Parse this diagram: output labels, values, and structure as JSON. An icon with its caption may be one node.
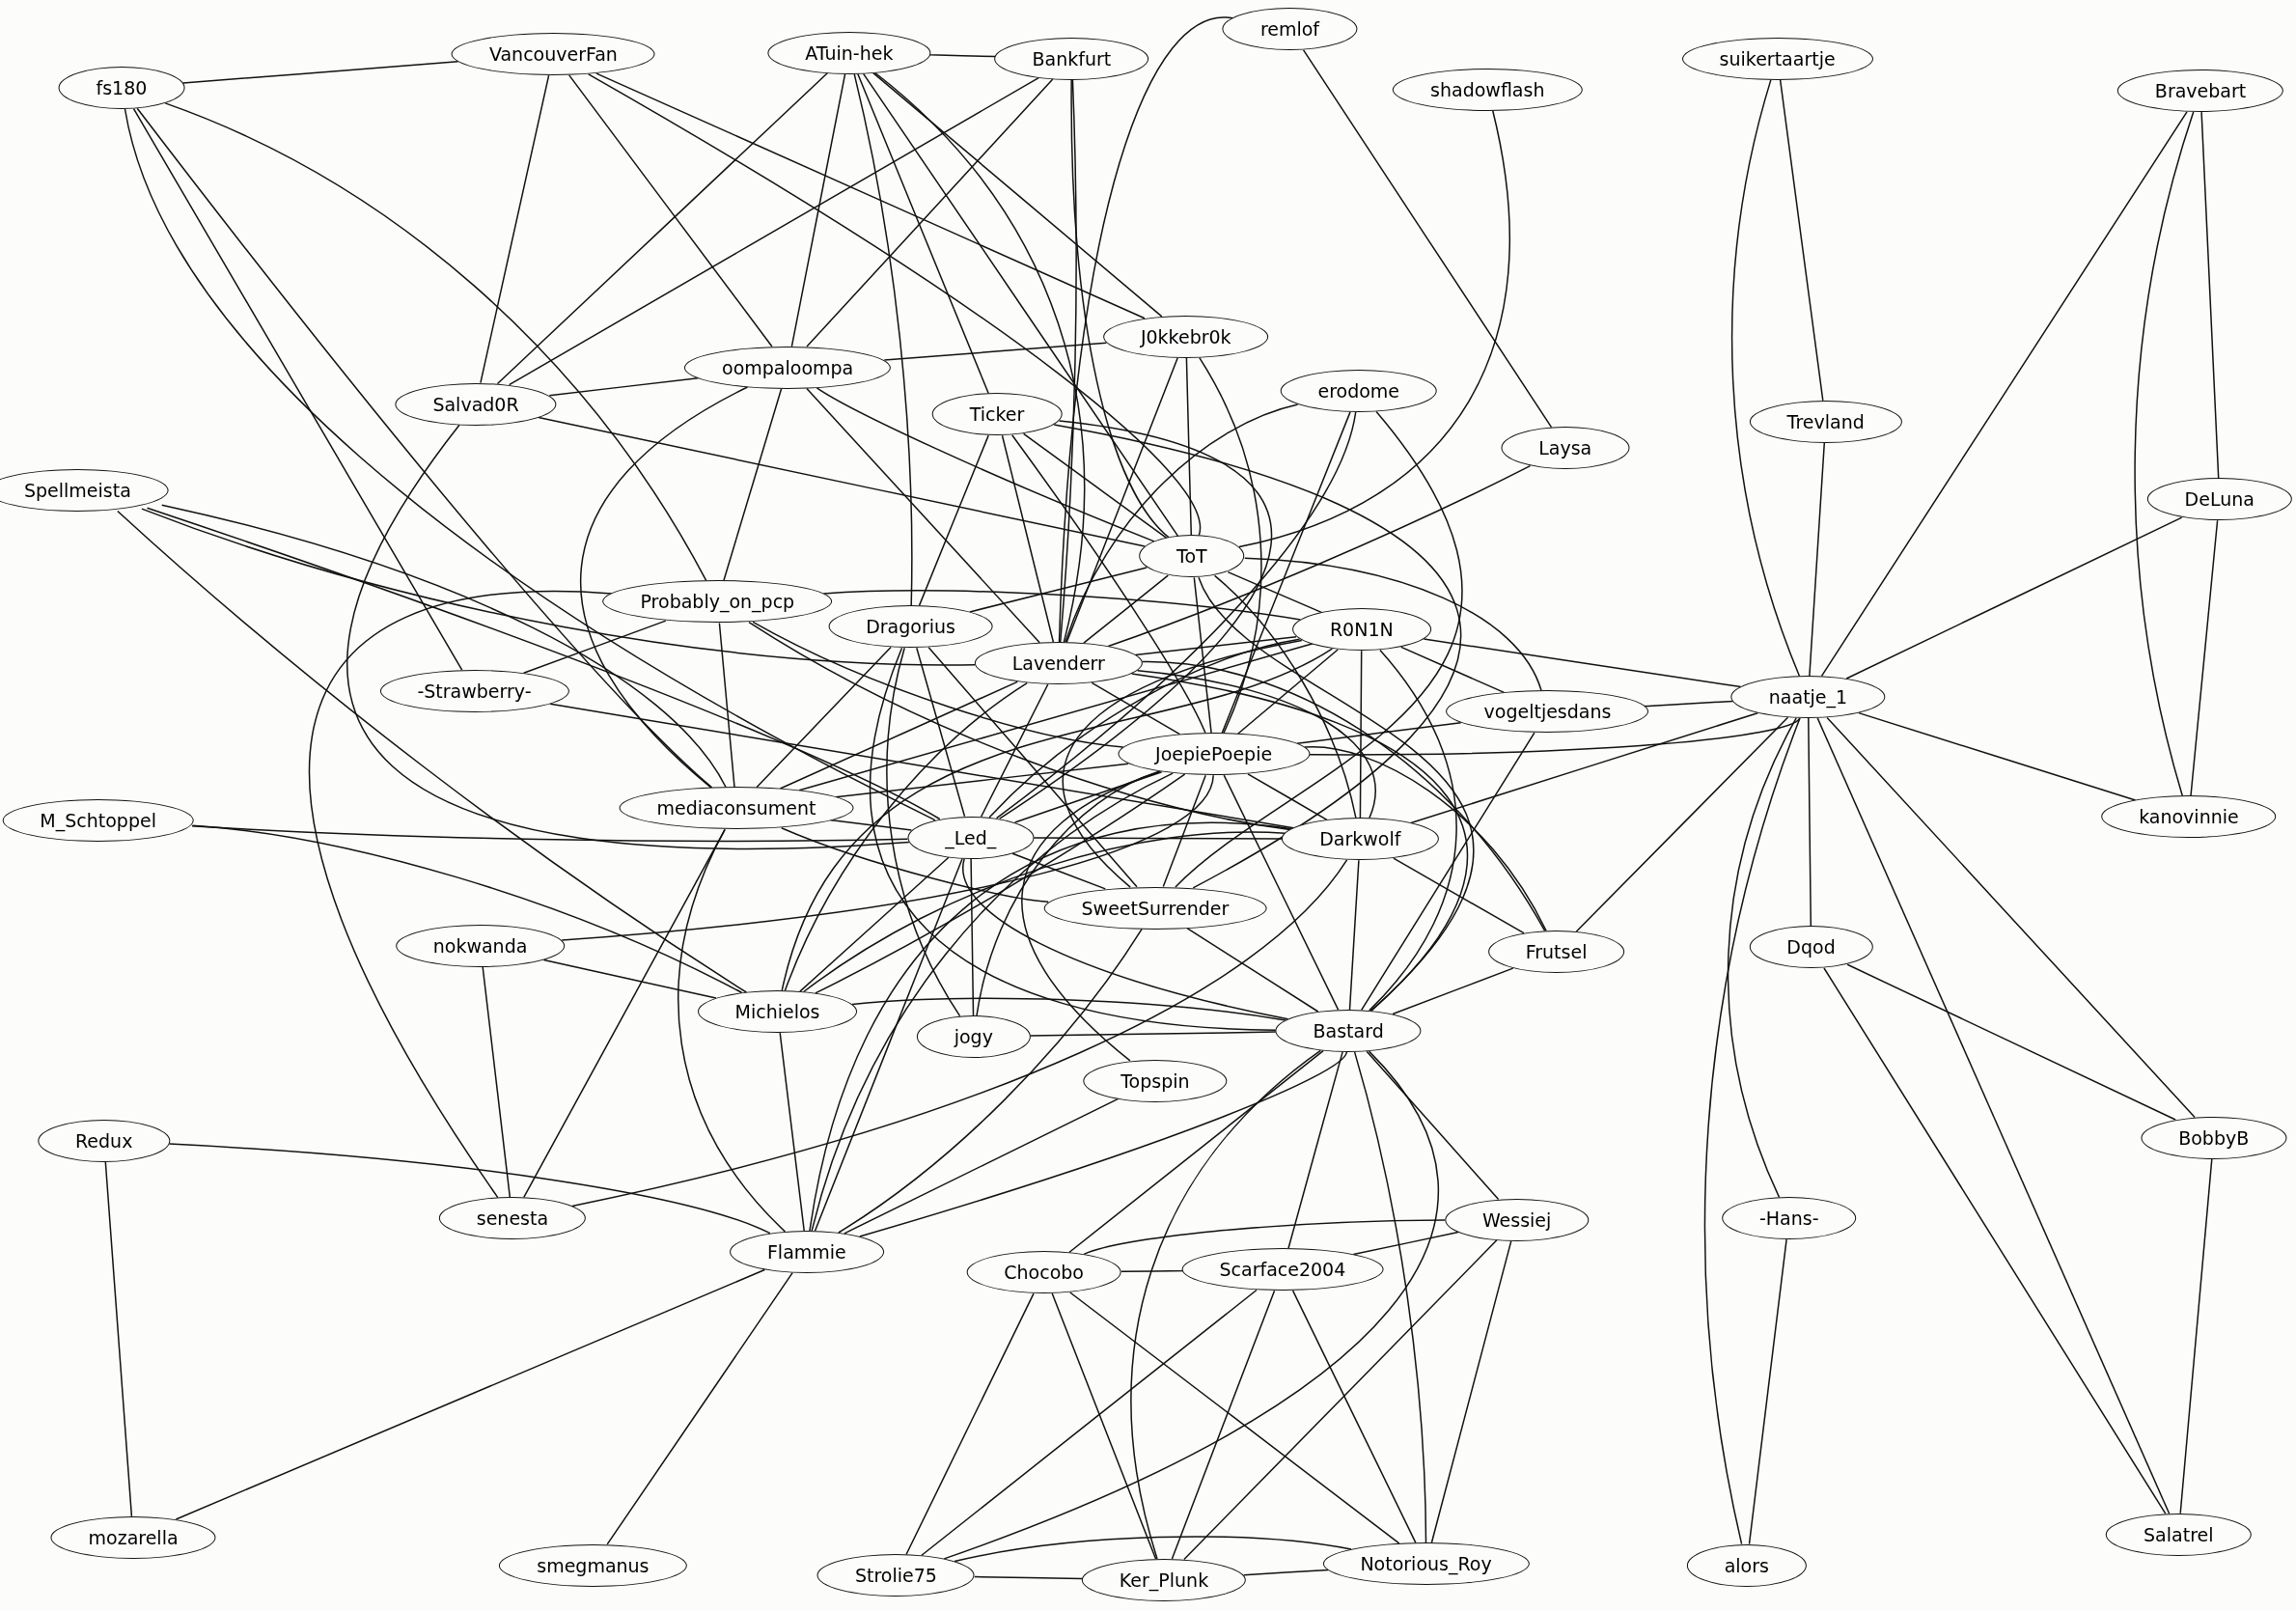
{
  "diagram": {
    "nodes": [
      {
        "text": [
          "fs180"
        ]
      },
      {
        "text": [
          "VancouverFan"
        ]
      },
      {
        "text": [
          "ATuin-hek"
        ]
      },
      {
        "text": [
          "Bankfurt"
        ]
      },
      {
        "text": [
          "remlof"
        ]
      },
      {
        "text": [
          "shadowflash"
        ]
      },
      {
        "text": [
          "suikertaartje"
        ]
      },
      {
        "text": [
          "Bravebart"
        ]
      },
      {
        "text": [
          "J0kkebr0k"
        ]
      },
      {
        "text": [
          "oompaloompa"
        ]
      },
      {
        "text": [
          "Salvad0R"
        ]
      },
      {
        "text": [
          "Ticker"
        ]
      },
      {
        "text": [
          "erodome"
        ]
      },
      {
        "text": [
          "Trevland"
        ]
      },
      {
        "text": [
          "Laysa"
        ]
      },
      {
        "text": [
          "DeLuna"
        ]
      },
      {
        "text": [
          "Spellmeista"
        ]
      },
      {
        "text": [
          "ToT"
        ]
      },
      {
        "text": [
          "Probably_on_pcp"
        ]
      },
      {
        "text": [
          "Dragorius"
        ]
      },
      {
        "text": [
          "R0N1N"
        ]
      },
      {
        "text": [
          "Lavenderr"
        ]
      },
      {
        "text": [
          "-Strawberry-"
        ]
      },
      {
        "text": [
          "naatje_1"
        ]
      },
      {
        "text": [
          "vogeltjesdans"
        ]
      },
      {
        "text": [
          "JoepiePoepie"
        ]
      },
      {
        "text": [
          "mediaconsument"
        ]
      },
      {
        "text": [
          "kanovinnie"
        ]
      },
      {
        "text": [
          "M_Schtoppel"
        ]
      },
      {
        "text": [
          "_Led_"
        ]
      },
      {
        "text": [
          "Darkwolf"
        ]
      },
      {
        "text": [
          "SweetSurrender"
        ]
      },
      {
        "text": [
          "Frutsel"
        ]
      },
      {
        "text": [
          "nokwanda"
        ]
      },
      {
        "text": [
          "Dqod"
        ]
      },
      {
        "text": [
          "Michielos"
        ]
      },
      {
        "text": [
          "jogy"
        ]
      },
      {
        "text": [
          "Bastard"
        ]
      },
      {
        "text": [
          "Topspin"
        ]
      },
      {
        "text": [
          "Redux"
        ]
      },
      {
        "text": [
          "BobbyB"
        ]
      },
      {
        "text": [
          "senesta"
        ]
      },
      {
        "text": [
          "-Hans-"
        ]
      },
      {
        "text": [
          "Wessiej"
        ]
      },
      {
        "text": [
          "Flammie"
        ]
      },
      {
        "text": [
          "Chocobo"
        ]
      },
      {
        "text": [
          "Scarface2004"
        ]
      },
      {
        "text": [
          "mozarella"
        ]
      },
      {
        "text": [
          "smegmanus"
        ]
      },
      {
        "text": [
          "alors"
        ]
      },
      {
        "text": [
          "Salatrel"
        ]
      },
      {
        "text": [
          "Strolie75"
        ]
      },
      {
        "text": [
          "Ker_Plunk"
        ]
      },
      {
        "text": [
          "Notorious_Roy"
        ]
      }
    ],
    "edges": [
      {
        "from": 0,
        "to": 1,
        "arrow": "none"
      },
      {
        "from": 0,
        "to": 18,
        "arrow": "none"
      },
      {
        "from": 0,
        "to": 22,
        "arrow": "none"
      },
      {
        "from": 0,
        "to": 26,
        "arrow": "none"
      },
      {
        "from": 0,
        "to": 29,
        "arrow": "none"
      },
      {
        "from": 1,
        "to": 10,
        "arrow": "none"
      },
      {
        "from": 1,
        "to": 9,
        "arrow": "none"
      },
      {
        "from": 1,
        "to": 17,
        "arrow": "none"
      },
      {
        "from": 1,
        "to": 8,
        "arrow": "none"
      },
      {
        "from": 2,
        "to": 3,
        "arrow": "none"
      },
      {
        "from": 2,
        "to": 10,
        "arrow": "none"
      },
      {
        "from": 2,
        "to": 9,
        "arrow": "none"
      },
      {
        "from": 2,
        "to": 19,
        "arrow": "none"
      },
      {
        "from": 2,
        "to": 21,
        "arrow": "none"
      },
      {
        "from": 2,
        "to": 11,
        "arrow": "none"
      },
      {
        "from": 2,
        "to": 17,
        "arrow": "none"
      },
      {
        "from": 2,
        "to": 8,
        "arrow": "none"
      },
      {
        "from": 3,
        "to": 10,
        "arrow": "none"
      },
      {
        "from": 3,
        "to": 9,
        "arrow": "none"
      },
      {
        "from": 3,
        "to": 21,
        "arrow": "none"
      },
      {
        "from": 3,
        "to": 17,
        "arrow": "none"
      },
      {
        "from": 4,
        "to": 21,
        "arrow": "none"
      },
      {
        "from": 4,
        "to": 14,
        "arrow": "none"
      },
      {
        "from": 5,
        "to": 17,
        "arrow": "none"
      },
      {
        "from": 6,
        "to": 23,
        "arrow": "none"
      },
      {
        "from": 6,
        "to": 13,
        "arrow": "none"
      },
      {
        "from": 7,
        "to": 23,
        "arrow": "none"
      },
      {
        "from": 7,
        "to": 15,
        "arrow": "none"
      },
      {
        "from": 7,
        "to": 27,
        "arrow": "none"
      },
      {
        "from": 8,
        "to": 9,
        "arrow": "none"
      },
      {
        "from": 8,
        "to": 21,
        "arrow": "none"
      },
      {
        "from": 8,
        "to": 17,
        "arrow": "none"
      },
      {
        "from": 8,
        "to": 25,
        "arrow": "none"
      },
      {
        "from": 9,
        "to": 10,
        "arrow": "none"
      },
      {
        "from": 9,
        "to": 18,
        "arrow": "none"
      },
      {
        "from": 9,
        "to": 26,
        "arrow": "none"
      },
      {
        "from": 9,
        "to": 21,
        "arrow": "none"
      },
      {
        "from": 9,
        "to": 17,
        "arrow": "none"
      },
      {
        "from": 10,
        "to": 17,
        "arrow": "none"
      },
      {
        "from": 10,
        "to": 29,
        "arrow": "none"
      },
      {
        "from": 11,
        "to": 19,
        "arrow": "none"
      },
      {
        "from": 11,
        "to": 29,
        "arrow": "none"
      },
      {
        "from": 11,
        "to": 21,
        "arrow": "none"
      },
      {
        "from": 11,
        "to": 17,
        "arrow": "none"
      },
      {
        "from": 11,
        "to": 25,
        "arrow": "none"
      },
      {
        "from": 11,
        "to": 31,
        "arrow": "none"
      },
      {
        "from": 12,
        "to": 21,
        "arrow": "none"
      },
      {
        "from": 12,
        "to": 29,
        "arrow": "none"
      },
      {
        "from": 12,
        "to": 25,
        "arrow": "none"
      },
      {
        "from": 12,
        "to": 31,
        "arrow": "none"
      },
      {
        "from": 13,
        "to": 23,
        "arrow": "none"
      },
      {
        "from": 14,
        "to": 21,
        "arrow": "none"
      },
      {
        "from": 15,
        "to": 23,
        "arrow": "none"
      },
      {
        "from": 15,
        "to": 27,
        "arrow": "none"
      },
      {
        "from": 16,
        "to": 21,
        "arrow": "none"
      },
      {
        "from": 16,
        "to": 29,
        "arrow": "none"
      },
      {
        "from": 16,
        "to": 26,
        "arrow": "none"
      },
      {
        "from": 16,
        "to": 35,
        "arrow": "none"
      },
      {
        "from": 17,
        "to": 19,
        "arrow": "none"
      },
      {
        "from": 17,
        "to": 21,
        "arrow": "none"
      },
      {
        "from": 17,
        "to": 20,
        "arrow": "none"
      },
      {
        "from": 17,
        "to": 24,
        "arrow": "none"
      },
      {
        "from": 17,
        "to": 25,
        "arrow": "none"
      },
      {
        "from": 17,
        "to": 37,
        "arrow": "none"
      },
      {
        "from": 17,
        "to": 30,
        "arrow": "none"
      },
      {
        "from": 18,
        "to": 20,
        "arrow": "none"
      },
      {
        "from": 18,
        "to": 22,
        "arrow": "none"
      },
      {
        "from": 18,
        "to": 26,
        "arrow": "none"
      },
      {
        "from": 18,
        "to": 41,
        "arrow": "none"
      },
      {
        "from": 18,
        "to": 25,
        "arrow": "none"
      },
      {
        "from": 18,
        "to": 30,
        "arrow": "none"
      },
      {
        "from": 19,
        "to": 26,
        "arrow": "none"
      },
      {
        "from": 19,
        "to": 29,
        "arrow": "none"
      },
      {
        "from": 19,
        "to": 36,
        "arrow": "none"
      },
      {
        "from": 19,
        "to": 31,
        "arrow": "none"
      },
      {
        "from": 19,
        "to": 37,
        "arrow": "none"
      },
      {
        "from": 20,
        "to": 23,
        "arrow": "none"
      },
      {
        "from": 20,
        "to": 24,
        "arrow": "none"
      },
      {
        "from": 20,
        "to": 21,
        "arrow": "none"
      },
      {
        "from": 20,
        "to": 25,
        "arrow": "none"
      },
      {
        "from": 20,
        "to": 26,
        "arrow": "none"
      },
      {
        "from": 20,
        "to": 29,
        "arrow": "none"
      },
      {
        "from": 20,
        "to": 35,
        "arrow": "none"
      },
      {
        "from": 20,
        "to": 30,
        "arrow": "none"
      },
      {
        "from": 20,
        "to": 37,
        "arrow": "none"
      },
      {
        "from": 20,
        "to": 31,
        "arrow": "none"
      },
      {
        "from": 21,
        "to": 26,
        "arrow": "none"
      },
      {
        "from": 21,
        "to": 29,
        "arrow": "none"
      },
      {
        "from": 21,
        "to": 35,
        "arrow": "none"
      },
      {
        "from": 21,
        "to": 25,
        "arrow": "none"
      },
      {
        "from": 21,
        "to": 30,
        "arrow": "none"
      },
      {
        "from": 21,
        "to": 37,
        "arrow": "none"
      },
      {
        "from": 21,
        "to": 32,
        "arrow": "none"
      },
      {
        "from": 22,
        "to": 30,
        "arrow": "none"
      },
      {
        "from": 23,
        "to": 24,
        "arrow": "none"
      },
      {
        "from": 23,
        "to": 25,
        "arrow": "none"
      },
      {
        "from": 23,
        "to": 30,
        "arrow": "none"
      },
      {
        "from": 23,
        "to": 32,
        "arrow": "none"
      },
      {
        "from": 23,
        "to": 34,
        "arrow": "none"
      },
      {
        "from": 23,
        "to": 49,
        "arrow": "none"
      },
      {
        "from": 23,
        "to": 42,
        "arrow": "none"
      },
      {
        "from": 23,
        "to": 50,
        "arrow": "none"
      },
      {
        "from": 23,
        "to": 40,
        "arrow": "none"
      },
      {
        "from": 23,
        "to": 27,
        "arrow": "none"
      },
      {
        "from": 24,
        "to": 25,
        "arrow": "none"
      },
      {
        "from": 24,
        "to": 37,
        "arrow": "none"
      },
      {
        "from": 25,
        "to": 26,
        "arrow": "none"
      },
      {
        "from": 25,
        "to": 29,
        "arrow": "none"
      },
      {
        "from": 25,
        "to": 35,
        "arrow": "none"
      },
      {
        "from": 25,
        "to": 44,
        "arrow": "none"
      },
      {
        "from": 25,
        "to": 36,
        "arrow": "none"
      },
      {
        "from": 25,
        "to": 31,
        "arrow": "none"
      },
      {
        "from": 25,
        "to": 30,
        "arrow": "none"
      },
      {
        "from": 25,
        "to": 37,
        "arrow": "none"
      },
      {
        "from": 25,
        "to": 38,
        "arrow": "none"
      },
      {
        "from": 25,
        "to": 32,
        "arrow": "none"
      },
      {
        "from": 25,
        "to": 33,
        "arrow": "none"
      },
      {
        "from": 26,
        "to": 29,
        "arrow": "none"
      },
      {
        "from": 26,
        "to": 31,
        "arrow": "none"
      },
      {
        "from": 26,
        "to": 41,
        "arrow": "none"
      },
      {
        "from": 26,
        "to": 44,
        "arrow": "none"
      },
      {
        "from": 28,
        "to": 29,
        "arrow": "none"
      },
      {
        "from": 28,
        "to": 35,
        "arrow": "none"
      },
      {
        "from": 29,
        "to": 30,
        "arrow": "none"
      },
      {
        "from": 29,
        "to": 36,
        "arrow": "none"
      },
      {
        "from": 29,
        "to": 35,
        "arrow": "none"
      },
      {
        "from": 29,
        "to": 44,
        "arrow": "none"
      },
      {
        "from": 29,
        "to": 37,
        "arrow": "none"
      },
      {
        "from": 29,
        "to": 31,
        "arrow": "none"
      },
      {
        "from": 30,
        "to": 37,
        "arrow": "none"
      },
      {
        "from": 30,
        "to": 44,
        "arrow": "none"
      },
      {
        "from": 30,
        "to": 35,
        "arrow": "none"
      },
      {
        "from": 30,
        "to": 32,
        "arrow": "none"
      },
      {
        "from": 30,
        "to": 41,
        "arrow": "none"
      },
      {
        "from": 31,
        "to": 44,
        "arrow": "none"
      },
      {
        "from": 31,
        "to": 37,
        "arrow": "none"
      },
      {
        "from": 32,
        "to": 37,
        "arrow": "none"
      },
      {
        "from": 33,
        "to": 35,
        "arrow": "none"
      },
      {
        "from": 33,
        "to": 41,
        "arrow": "none"
      },
      {
        "from": 34,
        "to": 40,
        "arrow": "none"
      },
      {
        "from": 34,
        "to": 50,
        "arrow": "none"
      },
      {
        "from": 35,
        "to": 37,
        "arrow": "none"
      },
      {
        "from": 35,
        "to": 44,
        "arrow": "none"
      },
      {
        "from": 36,
        "to": 37,
        "arrow": "none"
      },
      {
        "from": 37,
        "to": 44,
        "arrow": "none"
      },
      {
        "from": 37,
        "to": 45,
        "arrow": "none"
      },
      {
        "from": 37,
        "to": 46,
        "arrow": "none"
      },
      {
        "from": 37,
        "to": 43,
        "arrow": "none"
      },
      {
        "from": 37,
        "to": 53,
        "arrow": "none"
      },
      {
        "from": 37,
        "to": 51,
        "arrow": "none"
      },
      {
        "from": 37,
        "to": 52,
        "arrow": "none"
      },
      {
        "from": 38,
        "to": 44,
        "arrow": "none"
      },
      {
        "from": 39,
        "to": 44,
        "arrow": "none"
      },
      {
        "from": 39,
        "to": 47,
        "arrow": "none"
      },
      {
        "from": 40,
        "to": 50,
        "arrow": "none"
      },
      {
        "from": 42,
        "to": 49,
        "arrow": "none"
      },
      {
        "from": 43,
        "to": 45,
        "arrow": "none"
      },
      {
        "from": 43,
        "to": 46,
        "arrow": "none"
      },
      {
        "from": 43,
        "to": 52,
        "arrow": "none"
      },
      {
        "from": 43,
        "to": 53,
        "arrow": "none"
      },
      {
        "from": 44,
        "to": 47,
        "arrow": "none"
      },
      {
        "from": 44,
        "to": 48,
        "arrow": "none"
      },
      {
        "from": 45,
        "to": 46,
        "arrow": "none"
      },
      {
        "from": 45,
        "to": 51,
        "arrow": "none"
      },
      {
        "from": 45,
        "to": 52,
        "arrow": "none"
      },
      {
        "from": 45,
        "to": 53,
        "arrow": "none"
      },
      {
        "from": 46,
        "to": 51,
        "arrow": "none"
      },
      {
        "from": 46,
        "to": 52,
        "arrow": "none"
      },
      {
        "from": 46,
        "to": 53,
        "arrow": "none"
      },
      {
        "from": 51,
        "to": 52,
        "arrow": "none"
      },
      {
        "from": 51,
        "to": 53,
        "arrow": "none"
      },
      {
        "from": 52,
        "to": 53,
        "arrow": "none"
      }
    ]
  }
}
